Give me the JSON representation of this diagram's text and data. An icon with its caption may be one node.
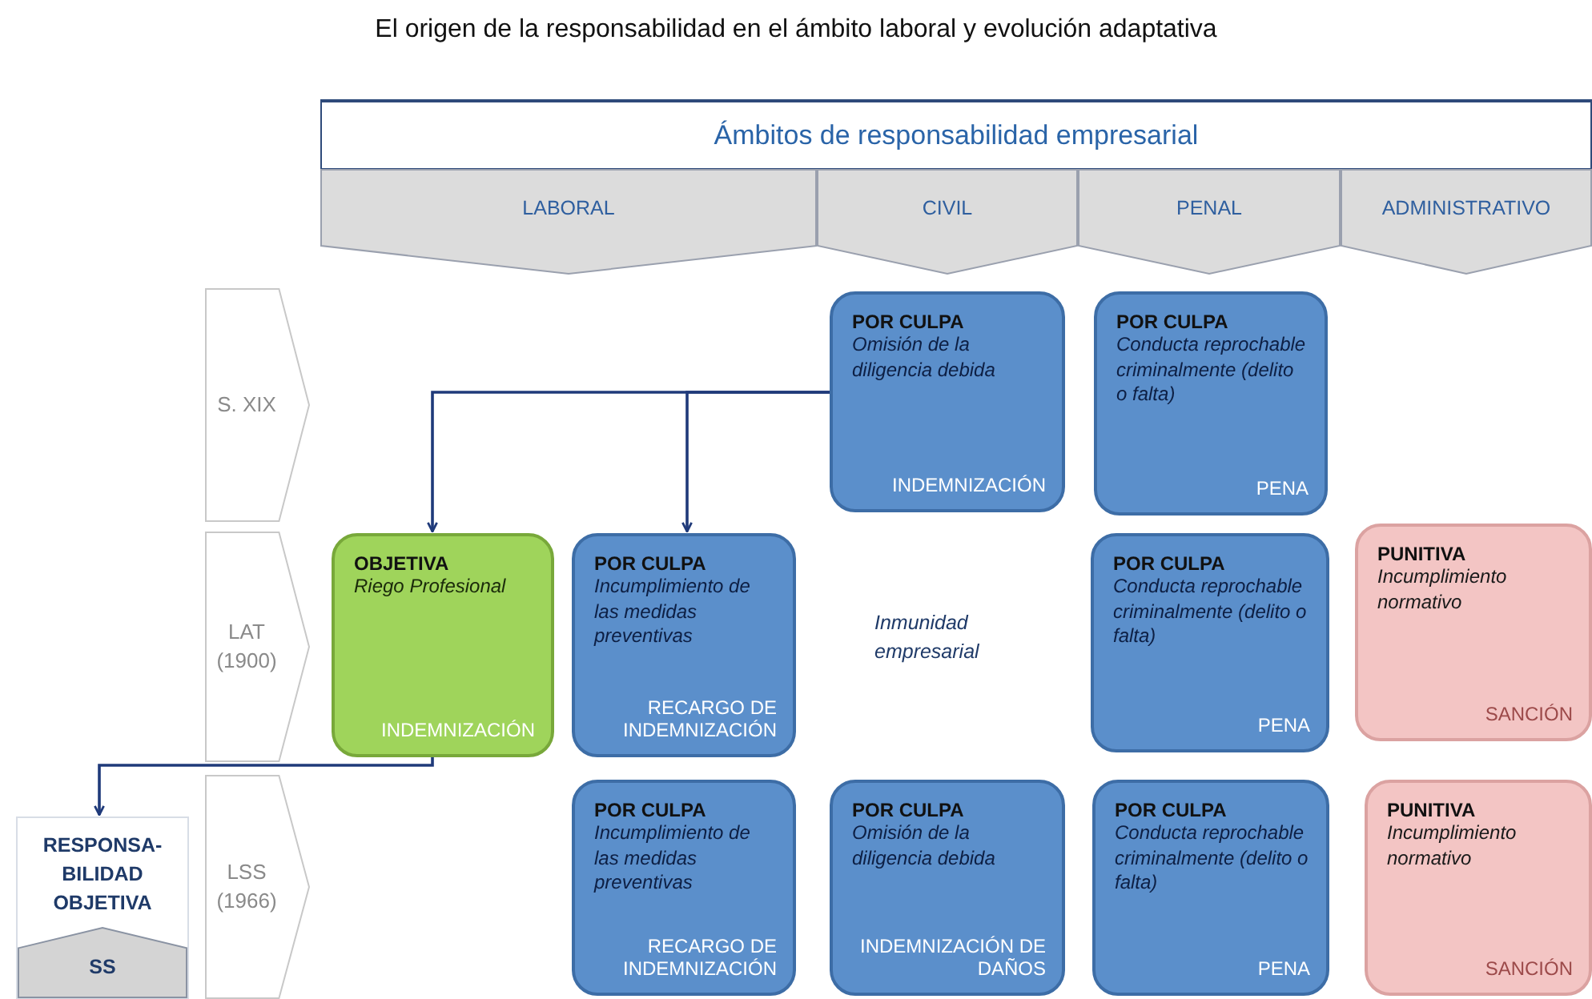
{
  "diagram": {
    "title": "El origen de la responsabilidad en el ámbito laboral y evolución adaptativa",
    "nodes": [
      {
        "text": [
          "Ámbitos de responsabilidad empresarial"
        ]
      },
      {
        "text": [
          "LABORAL"
        ]
      },
      {
        "text": [
          "CIVIL"
        ]
      },
      {
        "text": [
          "PENAL"
        ]
      },
      {
        "text": [
          "ADMINISTRATIVO"
        ]
      },
      {
        "text": [
          "S. XIX"
        ]
      },
      {
        "text": [
          "LAT (1900)"
        ]
      },
      {
        "text": [
          "LSS (1966)"
        ]
      },
      {
        "text": [
          "POR CULPA",
          "Omisión de la diligencia debida",
          "INDEMNIZACIÓN"
        ]
      },
      {
        "text": [
          "POR CULPA",
          "Conducta reprochable criminalmente (delito o falta)",
          "PENA"
        ]
      },
      {
        "text": [
          "OBJETIVA",
          "Riego Profesional",
          "INDEMNIZACIÓN"
        ]
      },
      {
        "text": [
          "POR CULPA",
          "Incumplimiento de las medidas preventivas",
          "RECARGO DE INDEMNIZACIÓN"
        ]
      },
      {
        "text": [
          "POR CULPA",
          "Conducta reprochable criminalmente (delito o falta)",
          "PENA"
        ]
      },
      {
        "text": [
          "PUNITIVA",
          "Incumplimiento normativo",
          "SANCIÓN"
        ]
      },
      {
        "text": [
          "RESPONSA- BILIDAD OBJETIVA"
        ]
      },
      {
        "text": [
          "SS"
        ],
        "in": 14
      },
      {
        "text": [
          "POR CULPA",
          "Incumplimiento de las medidas preventivas",
          "RECARGO DE INDEMNIZACIÓN"
        ]
      },
      {
        "text": [
          "POR CULPA",
          "Omisión de la diligencia debida",
          "INDEMNIZACIÓN DE DAÑOS"
        ]
      },
      {
        "text": [
          "POR CULPA",
          "Conducta reprochable criminalmente (delito o falta)",
          "PENA"
        ]
      },
      {
        "text": [
          "PUNITIVA",
          "Incumplimiento normativo",
          "SANCIÓN"
        ]
      }
    ],
    "edges": [
      {
        "from": 8,
        "to": 10,
        "arrow": "to"
      },
      {
        "from": 8,
        "to": 11,
        "arrow": "to"
      },
      {
        "from": 10,
        "to": 14,
        "arrow": "to"
      }
    ],
    "labels": [
      "Inmunidad empresarial"
    ]
  }
}
